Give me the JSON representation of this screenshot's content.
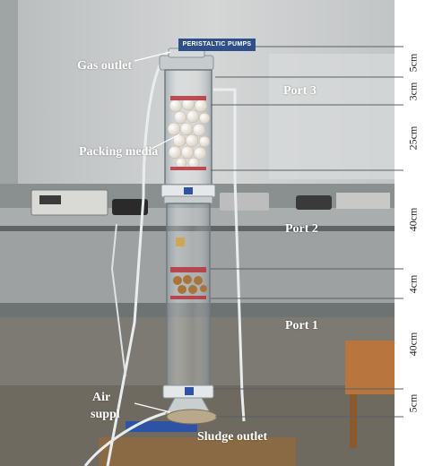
{
  "labels": {
    "gas_outlet": "Gas outlet",
    "port3": "Port 3",
    "packing_media": "Packing media",
    "port2": "Port 2",
    "port1": "Port 1",
    "air_supply_line1": "Air",
    "air_supply_line2": "suppl",
    "sludge_outlet": "Sludge outlet"
  },
  "pump_label": "PERISTALTIC PUMPS",
  "dimensions": {
    "d1": "5cm",
    "d2": "3cm",
    "d3": "25cm",
    "d4": "40cm",
    "d5": "4cm",
    "d6": "40cm",
    "d7": "5cm"
  }
}
